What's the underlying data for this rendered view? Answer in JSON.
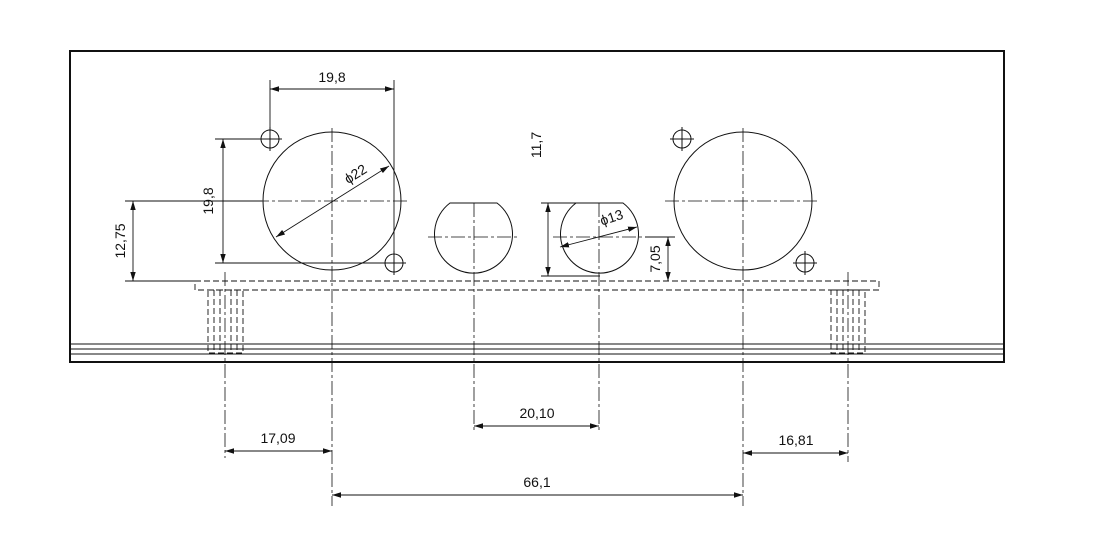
{
  "dimensions": {
    "mounting_hole_spacing_x": "19,8",
    "mounting_hole_spacing_y": "19,8",
    "large_connector_diameter": "22",
    "large_connector_center_height": "12,75",
    "small_connector_height": "11,7",
    "small_connector_diameter": "13",
    "small_connector_center_height": "7,05",
    "left_post_to_connector": "17,09",
    "small_connector_spacing": "20,10",
    "right_connector_to_post": "16,81",
    "large_connector_spacing": "66,1"
  },
  "symbols": {
    "diameter": "ϕ"
  }
}
